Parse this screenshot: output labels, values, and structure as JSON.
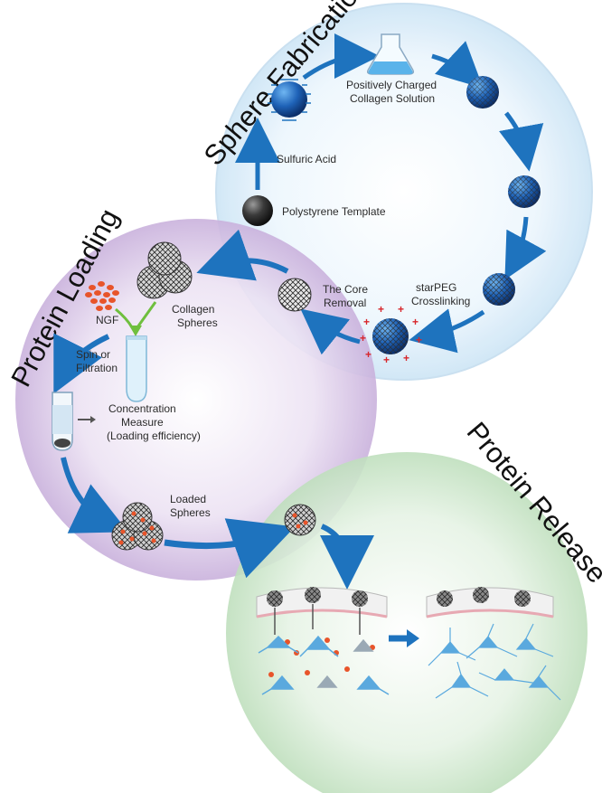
{
  "sections": {
    "fabrication_title": "Sphere Fabrication",
    "loading_title": "Protein Loading",
    "release_title": "Protein Release"
  },
  "fabrication": {
    "flask_label_1": "Positively Charged",
    "flask_label_2": "Collagen Solution",
    "acid_label": "Sulfuric Acid",
    "template_label": "Polystyrene Template",
    "crosslink_label_1": "starPEG",
    "crosslink_label_2": "Crosslinking",
    "core_label_1": "The Core",
    "core_label_2": "Removal"
  },
  "loading": {
    "ngf_label": "NGF",
    "collagen_label_1": "Collagen",
    "collagen_label_2": "Spheres",
    "spin_label_1": "Spin or",
    "spin_label_2": "Filtration",
    "conc_label_1": "Concentration",
    "conc_label_2": "Measure",
    "conc_label_3": "(Loading efficiency)",
    "loaded_label_1": "Loaded",
    "loaded_label_2": "Spheres"
  },
  "colors": {
    "fabrication_bg": "#e3f1fb",
    "loading_bg": "#d9c6e6",
    "release_bg": "#cfe8cf",
    "arrow": "#1e73be",
    "ngf": "#e8542a",
    "neuron": "#5aa9de",
    "plus": "#d7262b"
  }
}
